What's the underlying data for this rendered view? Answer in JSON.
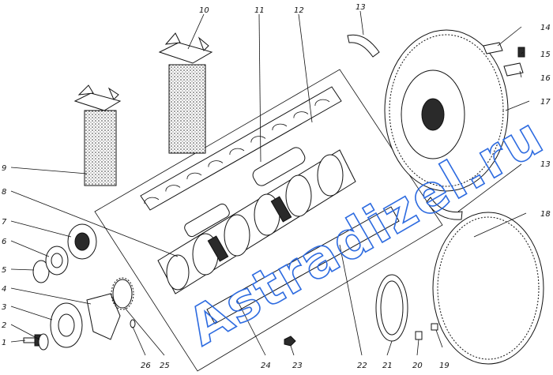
{
  "callouts": [
    "1",
    "2",
    "3",
    "4",
    "5",
    "6",
    "7",
    "8",
    "9",
    "10",
    "11",
    "12",
    "13",
    "14",
    "15",
    "16",
    "17",
    "13",
    "18",
    "19",
    "20",
    "21",
    "22",
    "23",
    "24",
    "25",
    "26"
  ],
  "watermark": "Astradizel.ru"
}
